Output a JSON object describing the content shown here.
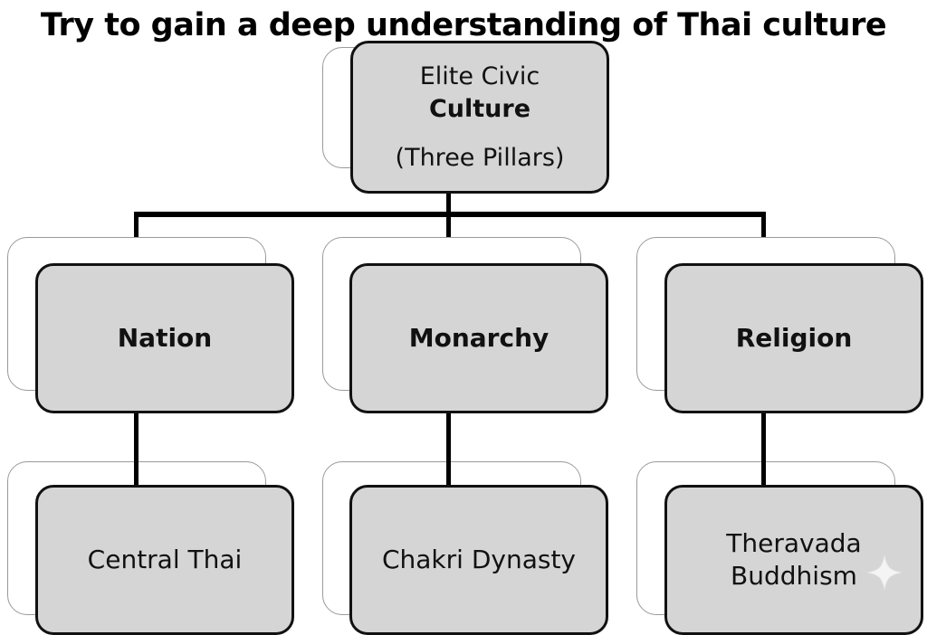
{
  "title": "Try to gain a deep understanding of Thai culture",
  "root": {
    "line1": "Elite Civic",
    "line2": "Culture",
    "line3": "(Three Pillars)"
  },
  "pillars": [
    {
      "label": "Nation",
      "child": "Central Thai"
    },
    {
      "label": "Monarchy",
      "child": "Chakri Dynasty"
    },
    {
      "label": "Religion",
      "child_line1": "Theravada",
      "child_line2": "Buddhism"
    }
  ],
  "colors": {
    "box_fill": "#d5d5d5",
    "box_border": "#111111",
    "connector": "#000000"
  },
  "icons": {
    "corner_mark": "sparkle-icon"
  }
}
